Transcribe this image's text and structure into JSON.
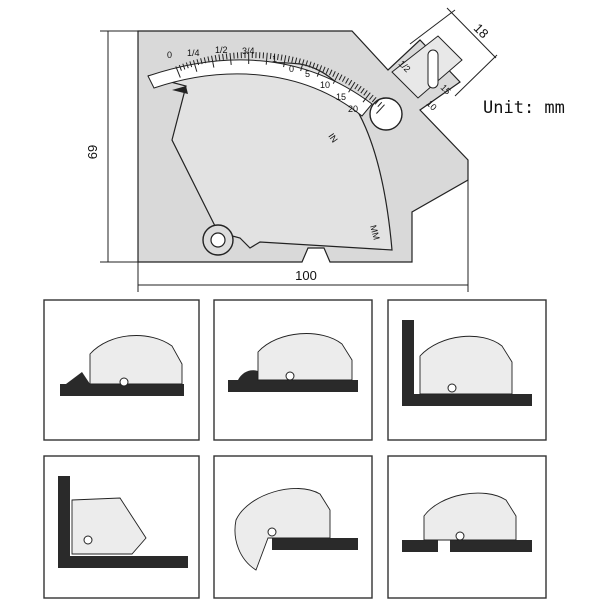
{
  "figure": {
    "dimension_width": "100",
    "dimension_height": "69",
    "dimension_slot": "18",
    "unit_label": "Unit: mm",
    "scale_labels_inch": [
      "0",
      "1/4",
      "1/2",
      "3/4",
      "1"
    ],
    "scale_labels_mm": [
      "0",
      "5",
      "10",
      "15",
      "20"
    ],
    "scale_in_label": "IN",
    "scale_mm_label": "MM",
    "slot_scale_labels": [
      "1/2",
      "10",
      "15"
    ]
  },
  "usage_panels": [
    {
      "id": "1"
    },
    {
      "id": "2"
    },
    {
      "id": "3"
    },
    {
      "id": "4"
    },
    {
      "id": "5"
    },
    {
      "id": "6"
    }
  ]
}
